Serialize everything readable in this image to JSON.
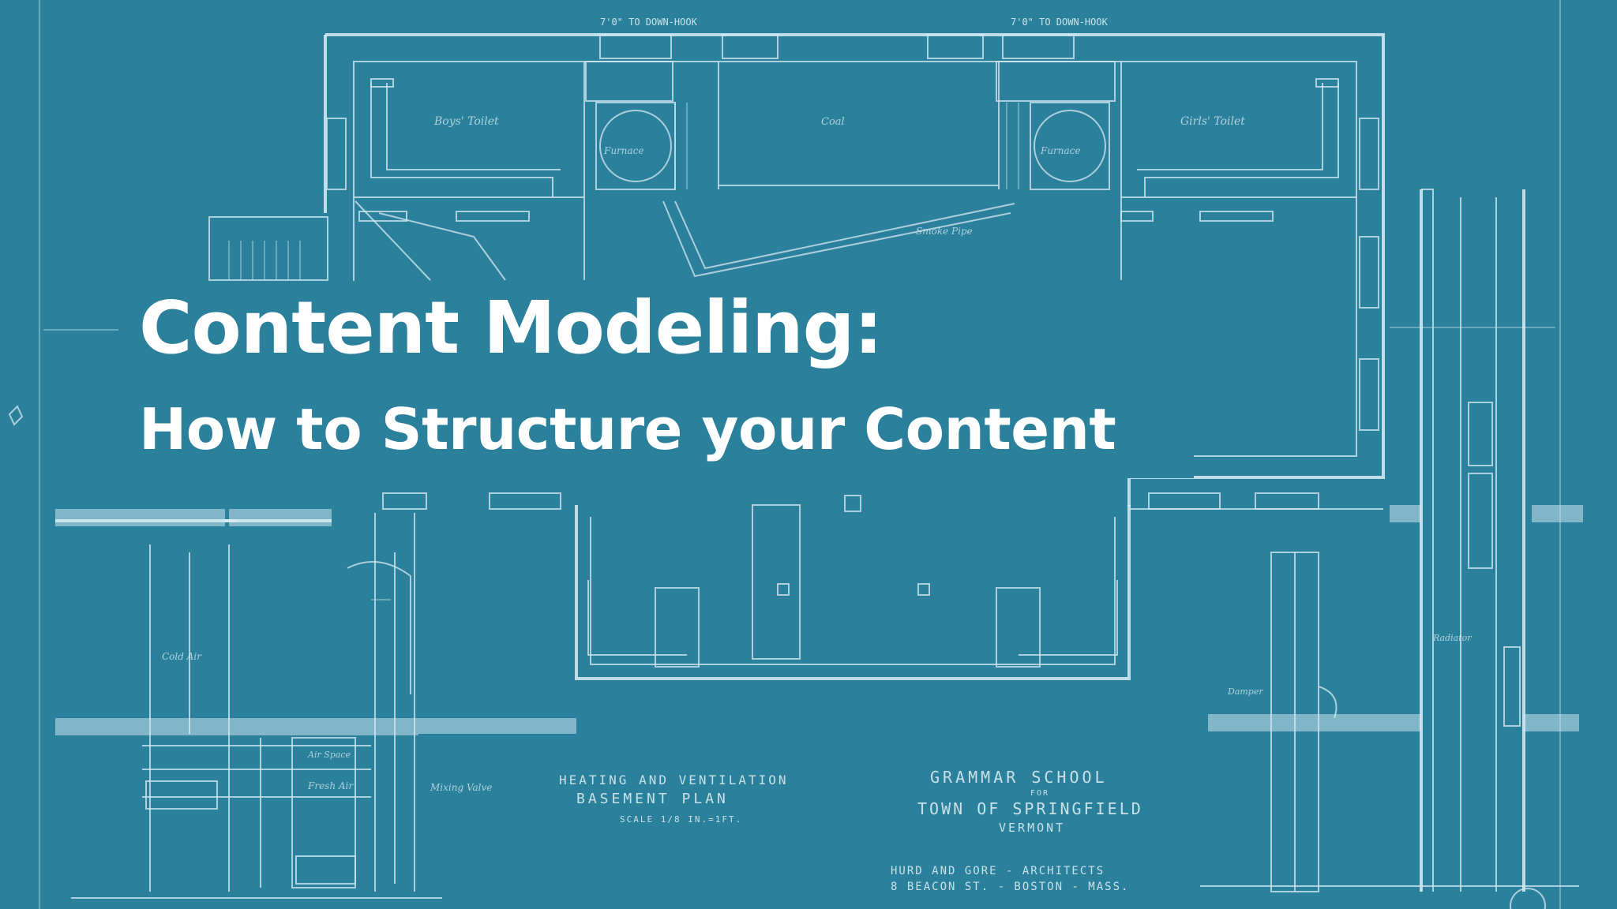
{
  "slide": {
    "title": "Content Modeling:",
    "subtitle": "How to Structure your Content"
  },
  "blueprint": {
    "top_left_note": "7'0\" TO DOWN-HOOK",
    "top_right_note": "7'0\" TO DOWN-HOOK",
    "boys_toilet": "Boys' Toilet",
    "coal": "Coal",
    "girls_toilet": "Girls' Toilet",
    "furnace_left": "Furnace",
    "furnace_right": "Furnace",
    "smoke_pipe": "Smoke Pipe",
    "plan_caption_1": "HEATING AND VENTILATION",
    "plan_caption_2": "BASEMENT PLAN",
    "plan_caption_3": "SCALE 1/8 IN.=1FT.",
    "school_1": "GRAMMAR SCHOOL",
    "school_2": "FOR",
    "school_3": "TOWN OF SPRINGFIELD",
    "school_4": "VERMONT",
    "architects_1": "HURD AND GORE - ARCHITECTS",
    "architects_2": "8 BEACON ST. - BOSTON - MASS.",
    "cold_air": "Cold Air",
    "fresh_air": "Fresh Air",
    "air_space": "Air Space",
    "mixing_valve": "Mixing Valve",
    "radiator": "Radiator",
    "damper": "Damper"
  },
  "colors": {
    "background": "#2b809c",
    "lines": "#cfe6ee",
    "title_text": "#ffffff"
  }
}
